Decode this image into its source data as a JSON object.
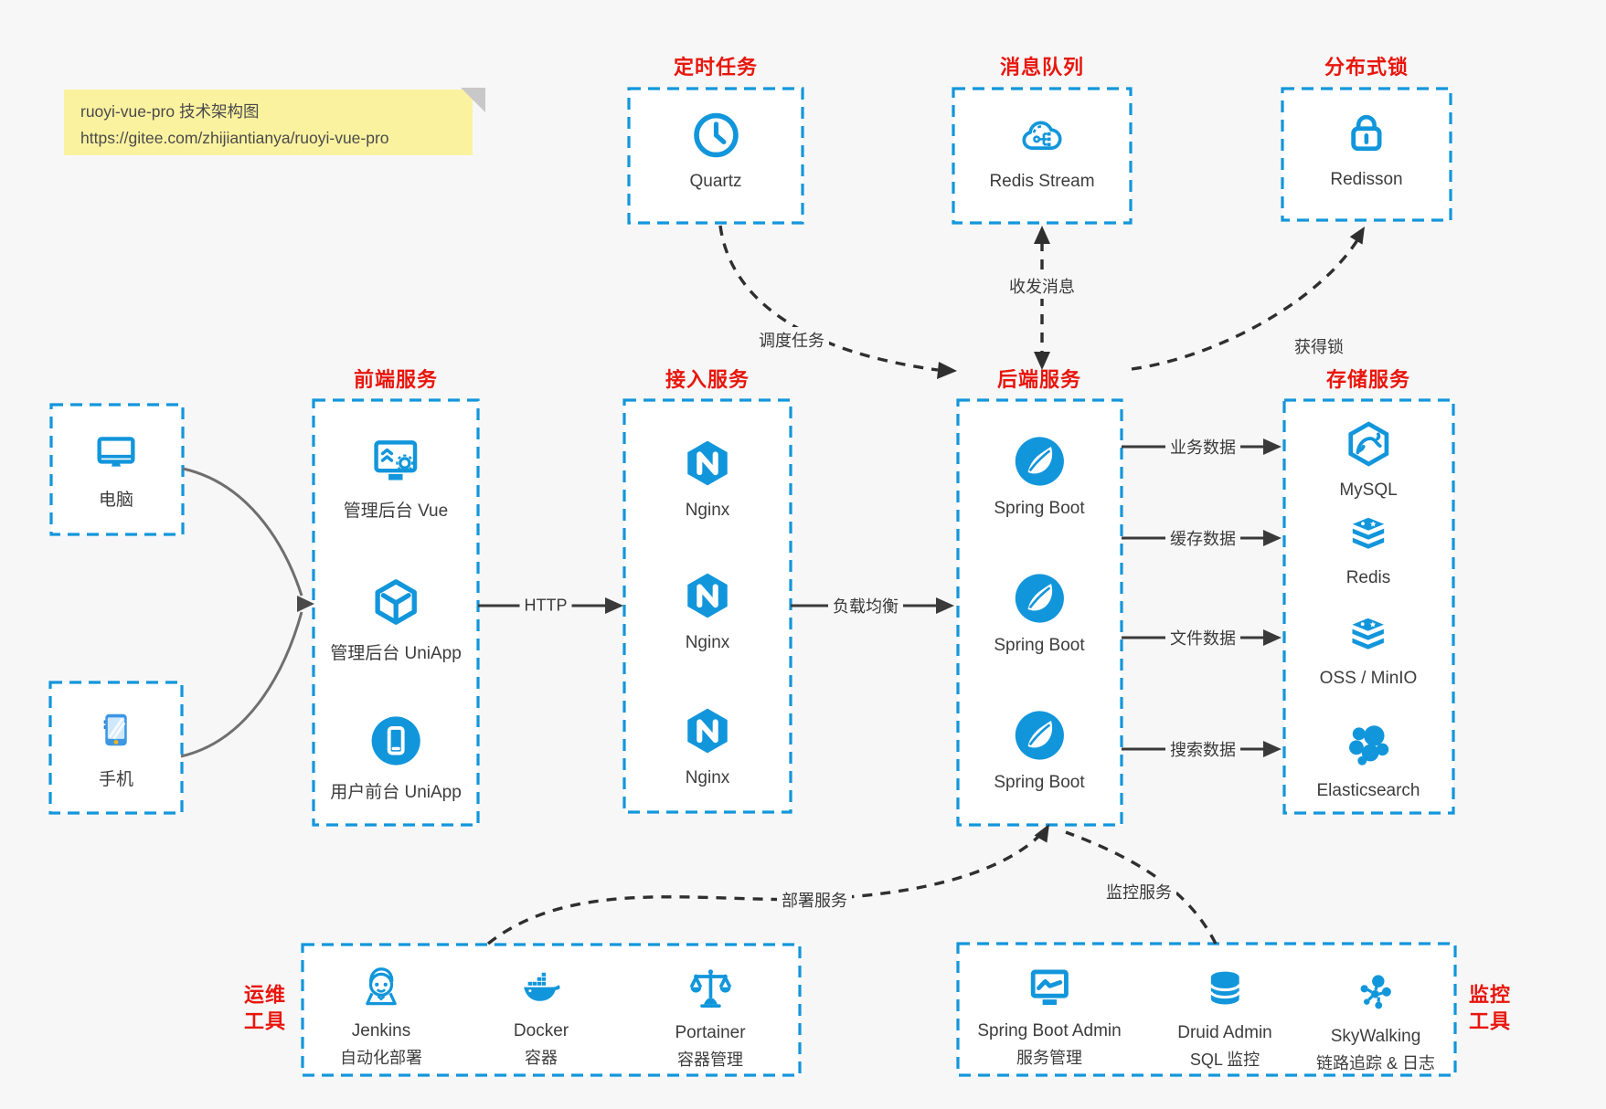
{
  "note": {
    "line1": "ruoyi-vue-pro 技术架构图",
    "line2": "https://gitee.com/zhijiantianya/ruoyi-vue-pro"
  },
  "colors": {
    "accent_blue": "#1296db",
    "title_red": "#e8160c",
    "note_yellow": "#fbf2a0",
    "text_dark": "#3d3d3d",
    "arrow_dark": "#3a3a3a",
    "arrow_gray": "#6f6f6f",
    "page_bg": "#f7f7f8",
    "box_fill": "#ffffff"
  },
  "top_row": [
    {
      "title": "定时任务",
      "icon": "clock-icon",
      "label": "Quartz"
    },
    {
      "title": "消息队列",
      "icon": "cloud-stream-icon",
      "label": "Redis Stream"
    },
    {
      "title": "分布式锁",
      "icon": "lock-icon",
      "label": "Redisson"
    }
  ],
  "clients": [
    {
      "icon": "desktop-icon",
      "label": "电脑"
    },
    {
      "icon": "smartphone-icon",
      "label": "手机"
    }
  ],
  "service_columns": [
    {
      "title": "前端服务",
      "items": [
        {
          "icon": "admin-vue-icon",
          "label": "管理后台 Vue"
        },
        {
          "icon": "uniapp-cube-icon",
          "label": "管理后台 UniApp"
        },
        {
          "icon": "user-app-icon",
          "label": "用户前台 UniApp"
        }
      ]
    },
    {
      "title": "接入服务",
      "items": [
        {
          "icon": "nginx-icon",
          "label": "Nginx"
        },
        {
          "icon": "nginx-icon",
          "label": "Nginx"
        },
        {
          "icon": "nginx-icon",
          "label": "Nginx"
        }
      ]
    },
    {
      "title": "后端服务",
      "items": [
        {
          "icon": "spring-boot-icon",
          "label": "Spring Boot"
        },
        {
          "icon": "spring-boot-icon",
          "label": "Spring Boot"
        },
        {
          "icon": "spring-boot-icon",
          "label": "Spring Boot"
        }
      ]
    },
    {
      "title": "存储服务",
      "items": [
        {
          "icon": "mysql-icon",
          "label": "MySQL"
        },
        {
          "icon": "redis-icon",
          "label": "Redis"
        },
        {
          "icon": "oss-icon",
          "label": "OSS / MinIO"
        },
        {
          "icon": "elasticsearch-icon",
          "label": "Elasticsearch"
        }
      ]
    }
  ],
  "bottom_row": [
    {
      "side_title": [
        "运维",
        "工具"
      ],
      "items": [
        {
          "icon": "jenkins-icon",
          "label": "Jenkins",
          "sublabel": "自动化部署"
        },
        {
          "icon": "docker-icon",
          "label": "Docker",
          "sublabel": "容器"
        },
        {
          "icon": "portainer-icon",
          "label": "Portainer",
          "sublabel": "容器管理"
        }
      ]
    },
    {
      "side_title": [
        "监控",
        "工具"
      ],
      "items": [
        {
          "icon": "spring-boot-admin-icon",
          "label": "Spring Boot Admin",
          "sublabel": "服务管理"
        },
        {
          "icon": "druid-icon",
          "label": "Druid Admin",
          "sublabel": "SQL 监控"
        },
        {
          "icon": "skywalking-icon",
          "label": "SkyWalking",
          "sublabel": "链路追踪 & 日志"
        }
      ]
    }
  ],
  "edge_labels": {
    "http": "HTTP",
    "load_balance": "负载均衡",
    "schedule": "调度任务",
    "message": "收发消息",
    "get_lock": "获得锁",
    "business_data": "业务数据",
    "cache_data": "缓存数据",
    "file_data": "文件数据",
    "search_data": "搜索数据",
    "deploy": "部署服务",
    "monitor": "监控服务"
  }
}
